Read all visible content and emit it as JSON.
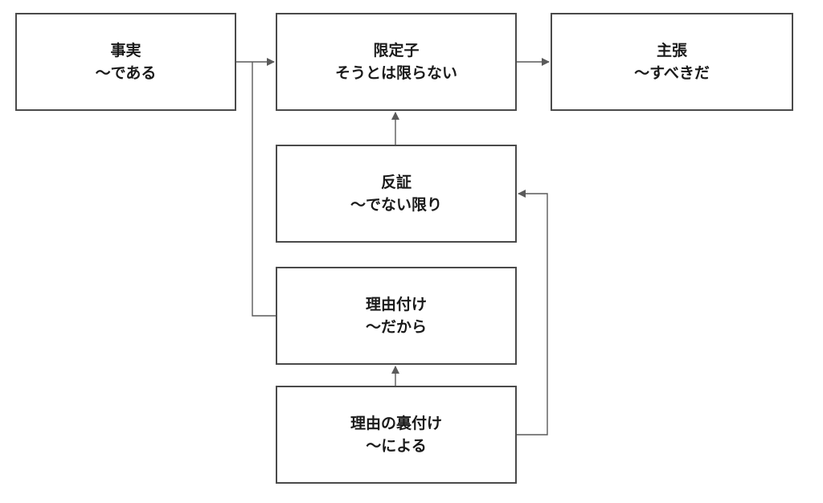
{
  "colors": {
    "border": "#4a4a4a",
    "connector": "#5a5a5a",
    "text": "#1a1a1a",
    "background": "#ffffff"
  },
  "nodes": {
    "fact": {
      "line1": "事実",
      "line2": "〜である"
    },
    "qualifier": {
      "line1": "限定子",
      "line2": "そうとは限らない"
    },
    "claim": {
      "line1": "主張",
      "line2": "〜すべきだ"
    },
    "rebuttal": {
      "line1": "反証",
      "line2": "〜でない限り"
    },
    "warrant": {
      "line1": "理由付け",
      "line2": "〜だから"
    },
    "backing": {
      "line1": "理由の裏付け",
      "line2": "〜による"
    }
  },
  "edges": [
    {
      "from": "fact",
      "to": "qualifier"
    },
    {
      "from": "qualifier",
      "to": "claim"
    },
    {
      "from": "rebuttal",
      "to": "qualifier"
    },
    {
      "from": "warrant",
      "to": "qualifier"
    },
    {
      "from": "backing",
      "to": "warrant"
    },
    {
      "from": "backing",
      "to": "rebuttal"
    }
  ]
}
